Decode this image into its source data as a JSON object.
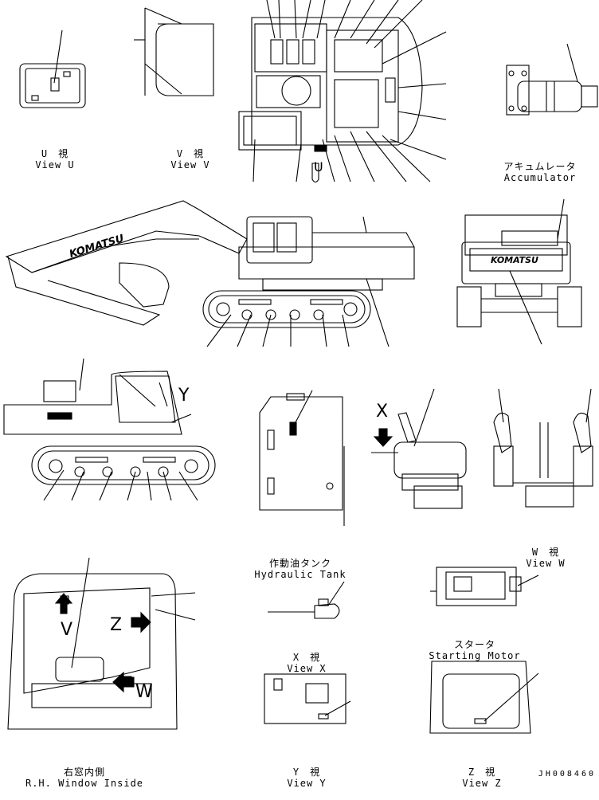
{
  "views": [
    {
      "id": "u",
      "jp": "U　視",
      "en": "View U"
    },
    {
      "id": "v",
      "jp": "V　視",
      "en": "View V"
    },
    {
      "id": "accumulator",
      "jp": "アキュムレータ",
      "en": "Accumulator"
    },
    {
      "id": "hydraulic-tank",
      "jp": "作動油タンク",
      "en": "Hydraulic Tank"
    },
    {
      "id": "w",
      "jp": "W　視",
      "en": "View W"
    },
    {
      "id": "x",
      "jp": "X　視",
      "en": "View X"
    },
    {
      "id": "starting-motor",
      "jp": "スタータ",
      "en": "Starting Motor"
    },
    {
      "id": "rh-window",
      "jp": "右窓内側",
      "en": "R.H. Window Inside"
    },
    {
      "id": "y",
      "jp": "Y　視",
      "en": "View Y"
    },
    {
      "id": "z",
      "jp": "Z　視",
      "en": "View Z"
    }
  ],
  "markers": {
    "u": "U",
    "v": "V",
    "w": "W",
    "x": "X",
    "y": "Y",
    "z": "Z"
  },
  "brand": "KOMATSU",
  "drawing_code": "JH008460"
}
